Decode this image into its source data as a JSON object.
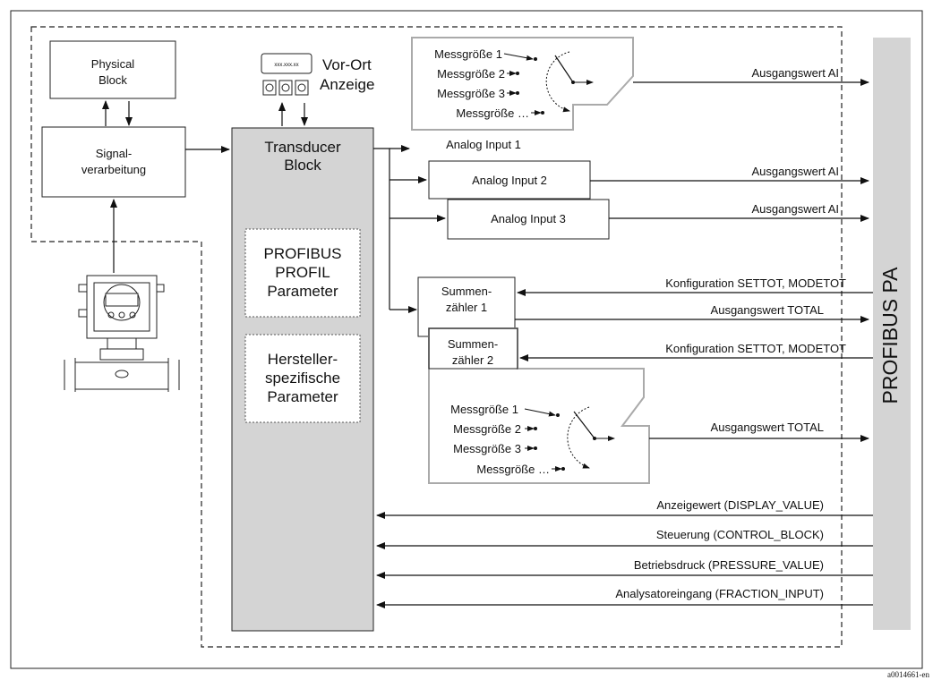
{
  "physical_block": {
    "line1": "Physical",
    "line2": "Block"
  },
  "signal_block": {
    "line1": "Signal-",
    "line2": "verarbeitung"
  },
  "display": {
    "screen": "xxx.xxx.xx",
    "label1": "Vor-Ort",
    "label2": "Anzeige"
  },
  "transducer": {
    "line1": "Transducer",
    "line2": "Block"
  },
  "profibus_profil": {
    "line1": "PROFIBUS",
    "line2": "PROFIL",
    "line3": "Parameter"
  },
  "hersteller": {
    "line1": "Hersteller-",
    "line2": "spezifische",
    "line3": "Parameter"
  },
  "selector_ai": {
    "items": [
      "Messgröße 1",
      "Messgröße 2",
      "Messgröße 3",
      "Messgröße …"
    ]
  },
  "selector_tot": {
    "items": [
      "Messgröße 1",
      "Messgröße 2",
      "Messgröße 3",
      "Messgröße …"
    ]
  },
  "analog_inputs": [
    "Analog Input 1",
    "Analog Input 2",
    "Analog Input 3"
  ],
  "summenzaehler1": {
    "line1": "Summen-",
    "line2": "zähler 1"
  },
  "summenzaehler2": {
    "line1": "Summen-",
    "line2": "zähler 2"
  },
  "signals": {
    "out_ai_1": "Ausgangswert AI",
    "out_ai_2": "Ausgangswert AI",
    "out_ai_3": "Ausgangswert AI",
    "konfig_1": "Konfiguration SETTOT, MODETOT",
    "out_total_1": "Ausgangswert TOTAL",
    "konfig_2": "Konfiguration SETTOT, MODETOT",
    "out_total_2": "Ausgangswert TOTAL",
    "display_value": "Anzeigewert (DISPLAY_VALUE)",
    "control_block": "Steuerung (CONTROL_BLOCK)",
    "pressure_value": "Betriebsdruck (PRESSURE_VALUE)",
    "fraction_input": "Analysatoreingang (FRACTION_INPUT)"
  },
  "bus_label": "PROFIBUS PA",
  "figure_ref": "a0014661-en"
}
